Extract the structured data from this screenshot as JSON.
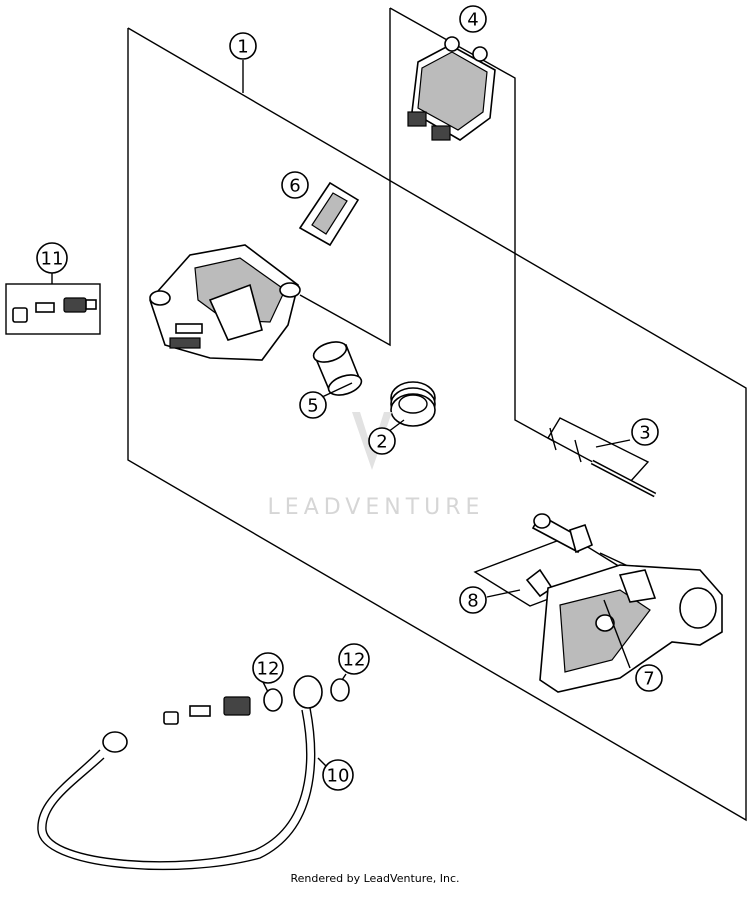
{
  "watermark": {
    "text": "LEADVENTURE"
  },
  "credit": {
    "text": "Rendered by LeadVenture, Inc."
  },
  "callouts": [
    {
      "id": "1",
      "label": "1"
    },
    {
      "id": "2",
      "label": "2"
    },
    {
      "id": "3",
      "label": "3"
    },
    {
      "id": "4",
      "label": "4"
    },
    {
      "id": "5",
      "label": "5"
    },
    {
      "id": "6",
      "label": "6"
    },
    {
      "id": "7",
      "label": "7"
    },
    {
      "id": "8",
      "label": "8"
    },
    {
      "id": "10",
      "label": "10"
    },
    {
      "id": "11",
      "label": "11"
    },
    {
      "id": "12a",
      "label": "12"
    },
    {
      "id": "12b",
      "label": "12"
    }
  ]
}
